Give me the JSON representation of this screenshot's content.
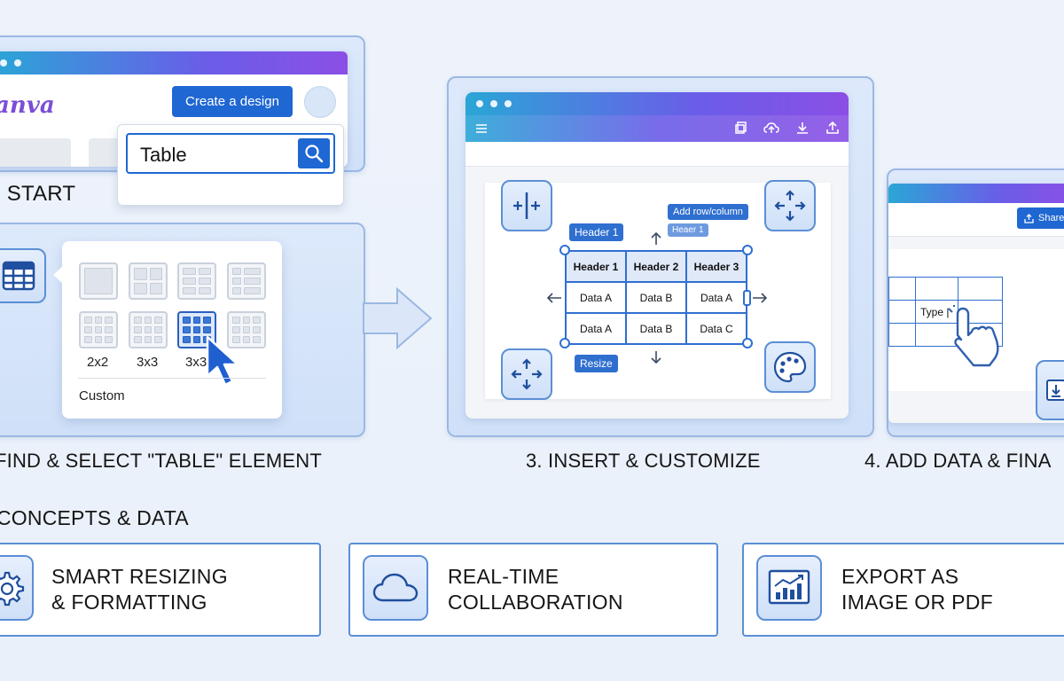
{
  "step1": {
    "brand": "anva",
    "create_button": "Create a design",
    "search_value": "Table",
    "label": ". START"
  },
  "step2": {
    "options": [
      "2x2",
      "3x3",
      "3x3"
    ],
    "custom": "Custom",
    "label": " FIND & SELECT \"TABLE\" ELEMENT"
  },
  "step3": {
    "tags": {
      "header1": "Header 1",
      "add_row_column": "Add row/column",
      "header1_small": "Heaer 1",
      "resize": "Resize"
    },
    "table": {
      "headers": [
        "Header 1",
        "Header 2",
        "Header 3"
      ],
      "rows": [
        [
          "Data A",
          "Data B",
          "Data A"
        ],
        [
          "Data A",
          "Data B",
          "Data C"
        ]
      ]
    },
    "label": "3. INSERT & CUSTOMIZE"
  },
  "step4": {
    "share_button": "Share",
    "cell_text": "Type |",
    "label": "4. ADD DATA & FINA"
  },
  "concepts": {
    "heading": "CONCEPTS & DATA",
    "items": [
      {
        "line1": "SMART RESIZING",
        "line2": "& FORMATTING",
        "icon": "gear-icon"
      },
      {
        "line1": "REAL-TIME",
        "line2": "COLLABORATION",
        "icon": "cloud-icon"
      },
      {
        "line1": "EXPORT AS",
        "line2": "IMAGE OR PDF",
        "icon": "chart-icon"
      }
    ]
  },
  "colors": {
    "accent": "#2f6fd0",
    "panel_border": "#9bb8e3",
    "gradient_start": "#2aa6d6",
    "gradient_end": "#8b4fe6"
  }
}
